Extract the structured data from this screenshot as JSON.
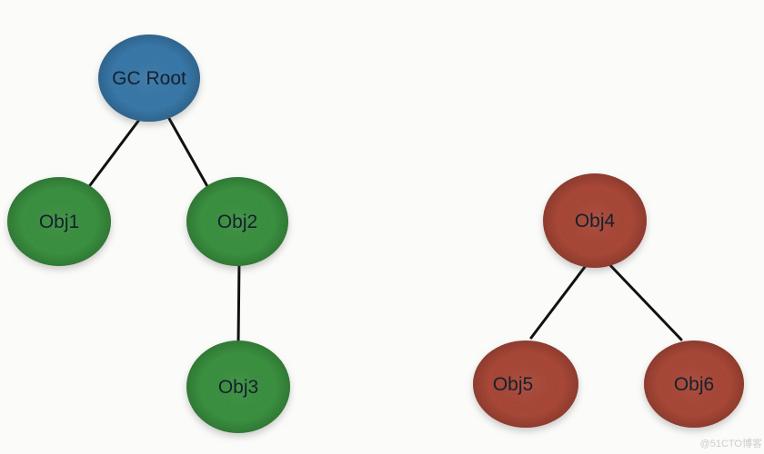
{
  "diagram": {
    "nodes": [
      {
        "id": "gc-root",
        "label": "GC Root",
        "color": "#3c80b4"
      },
      {
        "id": "obj1",
        "label": "Obj1",
        "color": "#3e9a44"
      },
      {
        "id": "obj2",
        "label": "Obj2",
        "color": "#3e9a44"
      },
      {
        "id": "obj3",
        "label": "Obj3",
        "color": "#3e9a44"
      },
      {
        "id": "obj4",
        "label": "Obj4",
        "color": "#b44c3b"
      },
      {
        "id": "obj5",
        "label": "Obj5",
        "color": "#b44c3b"
      },
      {
        "id": "obj6",
        "label": "Obj6",
        "color": "#b44c3b"
      }
    ],
    "edges": [
      {
        "from": "gc-root",
        "to": "obj1"
      },
      {
        "from": "gc-root",
        "to": "obj2"
      },
      {
        "from": "obj2",
        "to": "obj3"
      },
      {
        "from": "obj4",
        "to": "obj5"
      },
      {
        "from": "obj4",
        "to": "obj6"
      }
    ],
    "watermark": "@51CTO博客"
  }
}
